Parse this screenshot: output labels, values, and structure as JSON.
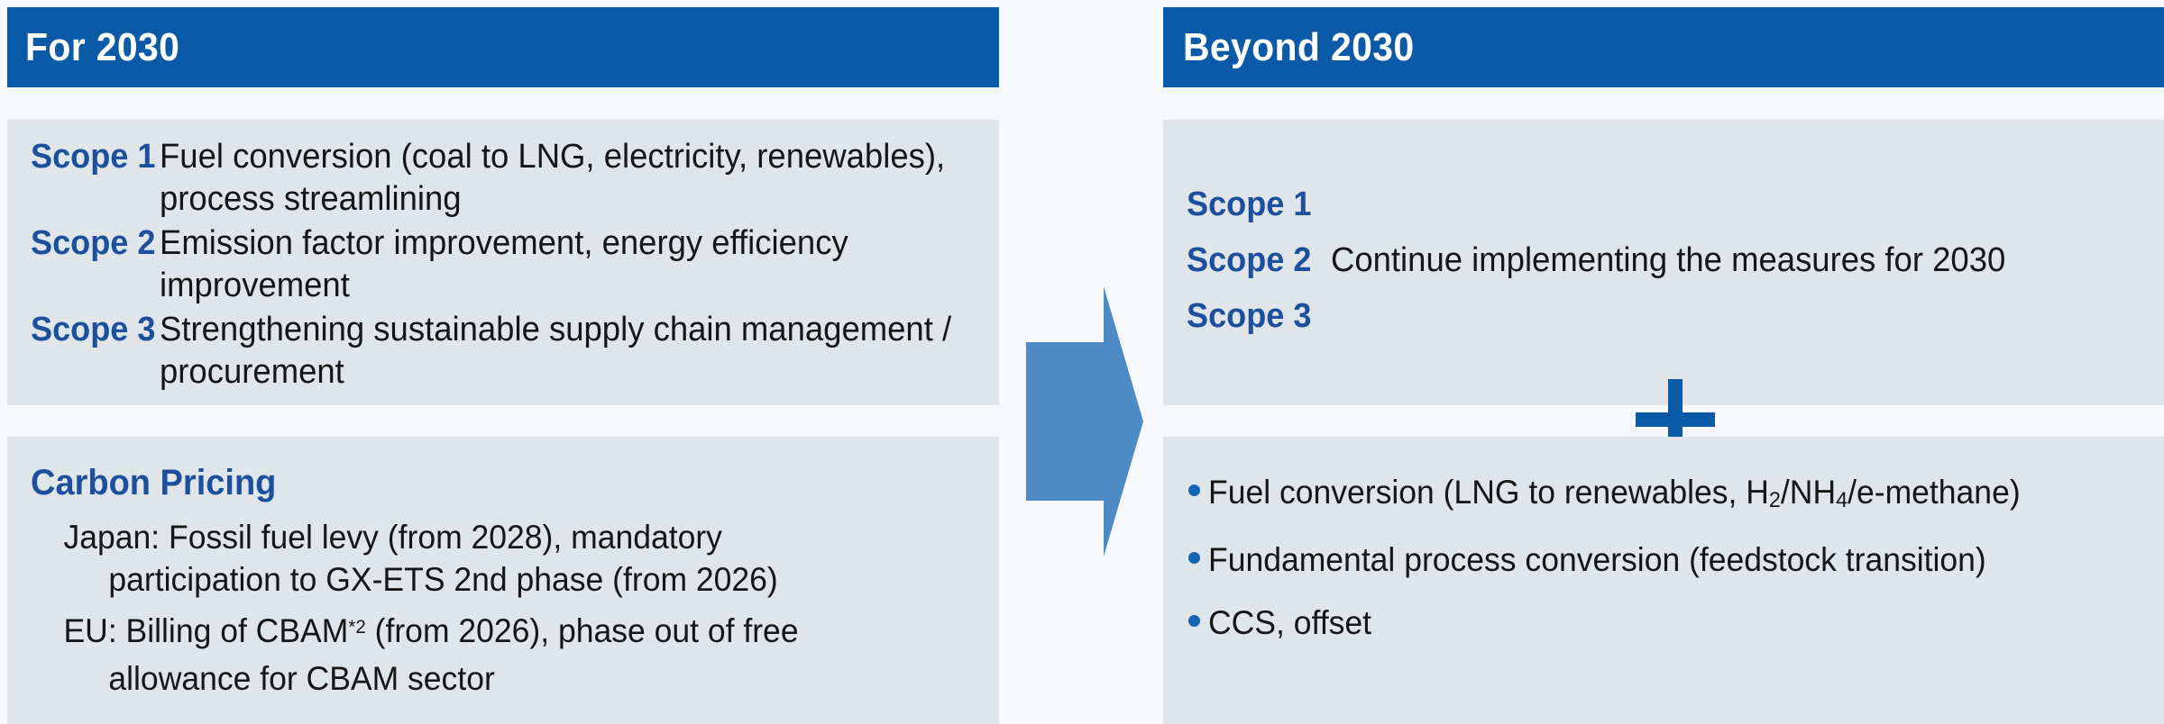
{
  "colors": {
    "header_blue": "#0a5aa8",
    "panel_gray": "#dfe5e8",
    "page_background": "#f6f8fc",
    "scope_label_blue": "#1c4f9c",
    "arrow_blue": "#4e8bc4",
    "bullet_blue": "#1565b5",
    "body_text": "#161616"
  },
  "left": {
    "header": {
      "title": "For 2030"
    },
    "measures_panel": {
      "rows": [
        {
          "label": "Scope 1",
          "text": "Fuel conversion (coal to LNG, electricity, renewables), process streamlining"
        },
        {
          "label": "Scope 2",
          "text": "Emission factor improvement, energy efficiency improvement"
        },
        {
          "label": "Scope 3",
          "text": "Strengthening sustainable supply chain management / procurement"
        }
      ]
    },
    "carbon_pricing_panel": {
      "title": "Carbon Pricing",
      "items": [
        {
          "line1": "Japan: Fossil fuel levy (from 2028), mandatory",
          "line2": "participation to GX-ETS 2nd phase (from 2026)"
        },
        {
          "line1_prefix": "EU: Billing of CBAM",
          "line1_footnote": "*2",
          "line1_suffix": " (from 2026), phase out of free",
          "line2": "allowance for CBAM sector"
        }
      ]
    }
  },
  "arrow": {
    "icon": "right-block-arrow-icon",
    "direction": "right"
  },
  "right": {
    "header": {
      "title": "Beyond 2030"
    },
    "scopes_panel": {
      "rows": [
        {
          "label": "Scope 1",
          "text": ""
        },
        {
          "label": "Scope 2",
          "text": "Continue implementing the measures for 2030"
        },
        {
          "label": "Scope 3",
          "text": ""
        }
      ]
    },
    "plus_connector": {
      "icon": "plus-icon",
      "symbol": "+"
    },
    "future_measures_panel": {
      "bullets": [
        {
          "prefix": "Fuel conversion (LNG to renewables, H",
          "sub1": "2",
          "mid": "/NH",
          "sub2": "4",
          "suffix": "/e-methane)"
        },
        {
          "text": "Fundamental process conversion (feedstock transition)"
        },
        {
          "text": "CCS, offset"
        }
      ]
    }
  }
}
